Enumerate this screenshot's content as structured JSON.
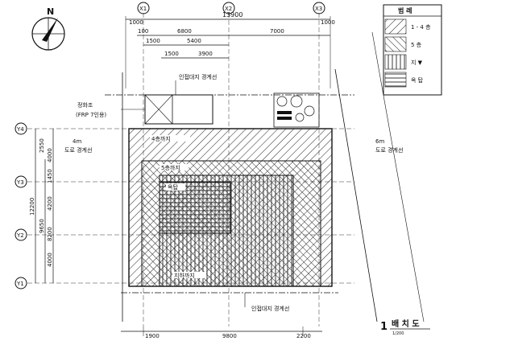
{
  "north": "N",
  "grid_x": [
    "X1",
    "X2",
    "X3"
  ],
  "grid_y": [
    "Y4",
    "Y3",
    "Y2",
    "Y1"
  ],
  "dims_top": {
    "overall": "13900",
    "left_offset": "1000",
    "right_offset": "1000",
    "d_100": "100",
    "d_6800": "6800",
    "d_7000": "7000",
    "d_1500a": "1500",
    "d_5400": "5400",
    "d_1500b": "1500",
    "d_3900": "3900"
  },
  "dims_left": {
    "outer": "12200",
    "d_9650": "9650",
    "d_2550": "2550",
    "d_4000a": "4000",
    "d_1450": "1450",
    "d_4200": "4200",
    "d_8200": "8200",
    "d_4000b": "4000"
  },
  "dims_bottom": {
    "d_1900": "1900",
    "d_9800": "9800",
    "d_2200": "2200"
  },
  "labels": {
    "adjacent_north": "인접대지 경계선",
    "septic": "정화조",
    "septic_note": "(FRP 7인용)",
    "road_left_width": "4m",
    "road_left": "도로 경계선",
    "road_right_width": "6m",
    "road_right": "도로 경계선",
    "floor_1_4": "4층까지",
    "floor_5": "5층까지",
    "rooftop": "옥탑",
    "basement": "지하까지",
    "adjacent_south": "인접대지 경계선"
  },
  "legend": {
    "title": "범 례",
    "rows": [
      "1 - 4 층",
      "5 층",
      "지 ▼",
      "옥 탑"
    ]
  },
  "drawing_title": {
    "number": "1",
    "name": "배 치 도",
    "scale": "1/200"
  }
}
